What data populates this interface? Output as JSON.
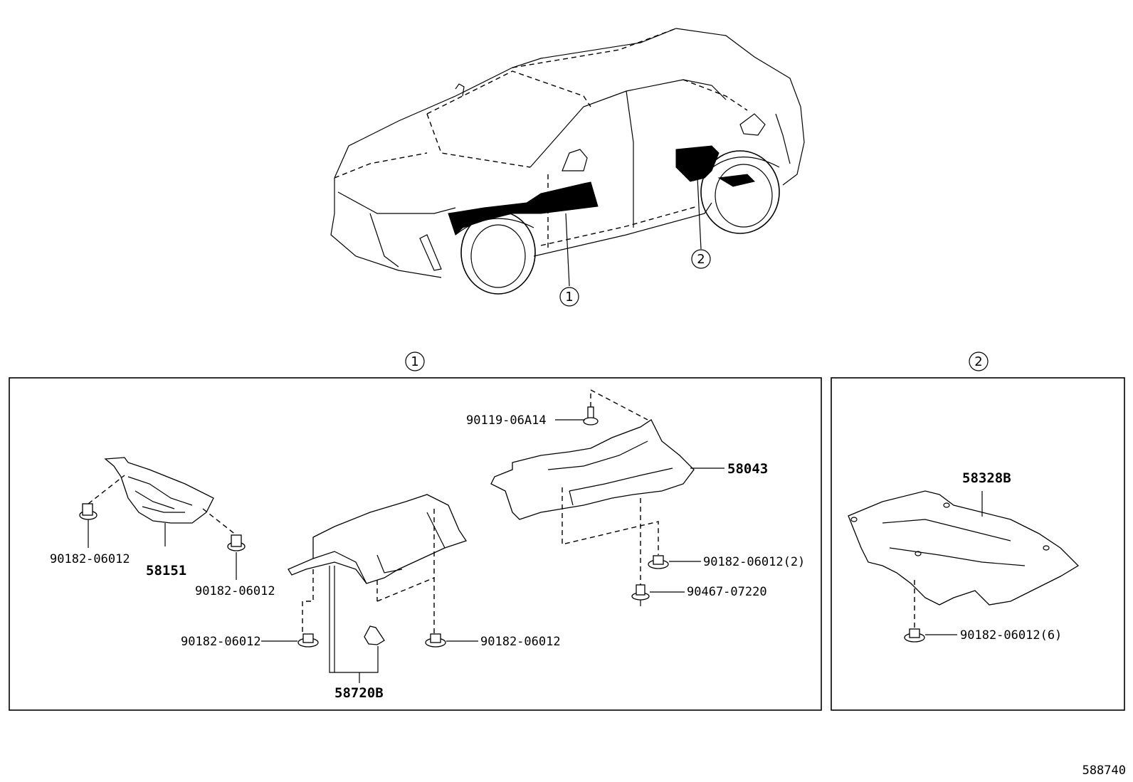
{
  "vehicle_callouts": {
    "area1": "1",
    "area2": "2"
  },
  "panel1": {
    "index": "1",
    "labels": {
      "bolt_top": "90119-06A14",
      "shield_main": "58043",
      "nut_right_a": "90182-06012(2)",
      "clip_right": "90467-07220",
      "nut_left_a": "90182-06012",
      "shield_left": "58151",
      "nut_left_b": "90182-06012",
      "nut_mid_left": "90182-06012",
      "nut_mid_right": "90182-06012",
      "shield_mid": "58720B"
    }
  },
  "panel2": {
    "index": "2",
    "labels": {
      "shield_rear": "58328B",
      "nut_rear": "90182-06012(6)"
    }
  },
  "diagram_id": "588740"
}
